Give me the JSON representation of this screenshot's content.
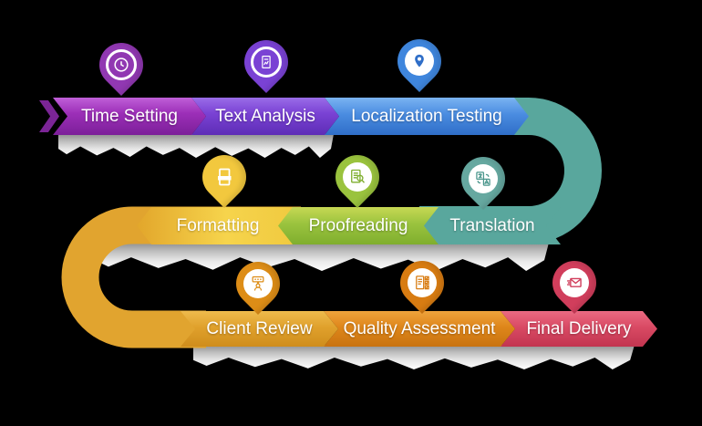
{
  "diagram": {
    "type": "process-flow-ribbon",
    "background_color": "#000000",
    "flow_rows": [
      {
        "row": "top",
        "direction": "left-to-right",
        "step_ids": [
          "time-setting",
          "text-analysis",
          "localization-testing"
        ]
      },
      {
        "row": "middle",
        "direction": "right-to-left",
        "step_ids": [
          "translation",
          "proofreading",
          "formatting"
        ]
      },
      {
        "row": "bottom",
        "direction": "left-to-right",
        "step_ids": [
          "client-review",
          "quality-assessment",
          "final-delivery"
        ]
      }
    ],
    "connectors": [
      {
        "id": "right-u-curve",
        "color": "#59a79d",
        "joins": [
          "localization-testing",
          "translation"
        ]
      },
      {
        "id": "left-u-curve",
        "color": "#e1a42f",
        "joins": [
          "formatting",
          "client-review"
        ]
      }
    ]
  },
  "steps": [
    {
      "id": "time-setting",
      "label": "Time Setting",
      "color": "#9c2fb8",
      "icon": "clock-icon"
    },
    {
      "id": "text-analysis",
      "label": "Text Analysis",
      "color": "#7a42d4",
      "icon": "document-chart-icon"
    },
    {
      "id": "localization-testing",
      "label": "Localization Testing",
      "color": "#4a8ce0",
      "icon": "map-pin-icon"
    },
    {
      "id": "translation",
      "label": "Translation",
      "color": "#59a79d",
      "icon": "translate-icon"
    },
    {
      "id": "proofreading",
      "label": "Proofreading",
      "color": "#9ac33e",
      "icon": "document-search-icon"
    },
    {
      "id": "formatting",
      "label": "Formatting",
      "color": "#f3cc44",
      "icon": "printer-icon"
    },
    {
      "id": "client-review",
      "label": "Client Review",
      "color": "#e0a12c",
      "icon": "customer-feedback-icon"
    },
    {
      "id": "quality-assessment",
      "label": "Quality Assessment",
      "color": "#de861a",
      "icon": "checklist-icon"
    },
    {
      "id": "final-delivery",
      "label": "Final Delivery",
      "color": "#d94a64",
      "icon": "send-mail-icon"
    }
  ]
}
